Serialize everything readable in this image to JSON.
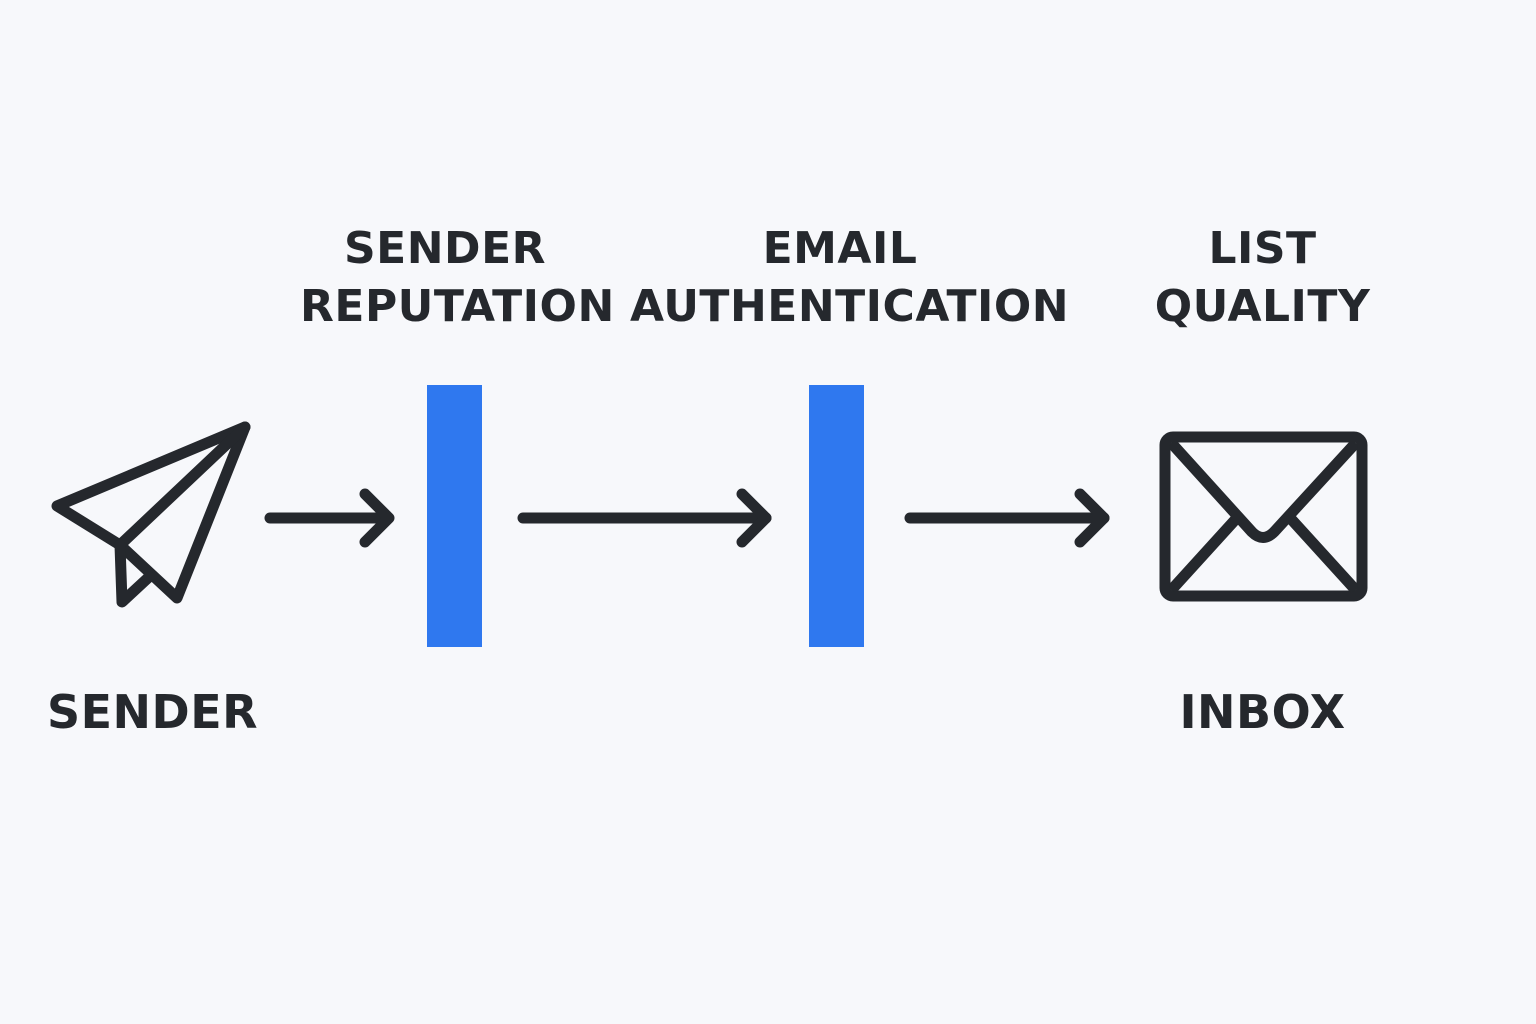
{
  "stages": [
    {
      "line1": "SENDER",
      "line2": "REPUTATION"
    },
    {
      "line1": "EMAIL",
      "line2": "AUTHENTICATION"
    },
    {
      "line1": "LIST",
      "line2": "QUALITY"
    }
  ],
  "endpoints": {
    "sender": "SENDER",
    "inbox": "INBOX"
  },
  "icons": {
    "sender": "paper-plane-icon",
    "inbox": "envelope-icon"
  },
  "colors": {
    "filter_bar": "#2f78ef",
    "stroke": "#25282d",
    "background": "#f7f8fb"
  }
}
